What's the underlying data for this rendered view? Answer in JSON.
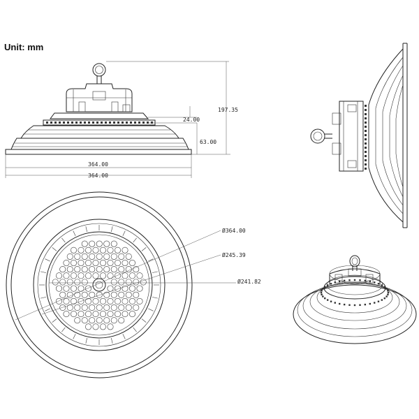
{
  "unit_label": "Unit: mm",
  "dimensions": {
    "total_height": "197.35",
    "upper_step": "24.00",
    "lower_step": "63.00",
    "width_a": "364.00",
    "width_b": "364.00",
    "dia_outer": "Ø364.00",
    "dia_middle": "Ø245.39",
    "dia_inner": "Ø241.82"
  },
  "views": [
    "front-view",
    "side-view",
    "bottom-view",
    "isometric-view"
  ]
}
